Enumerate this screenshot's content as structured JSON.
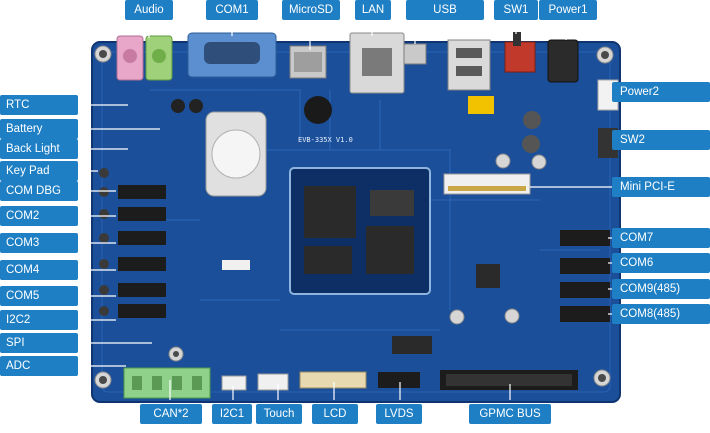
{
  "board": {
    "silkscreen": "EVB-335X V1.0"
  },
  "labels": {
    "audio": "Audio",
    "com1": "COM1",
    "microsd": "MicroSD",
    "lan": "LAN",
    "usb": "USB",
    "sw1": "SW1",
    "power1": "Power1",
    "rtc": "RTC",
    "battery": "Battery",
    "back_light": "Back Light",
    "key_pad": "Key Pad",
    "com_dbg": "COM DBG",
    "com2": "COM2",
    "com3": "COM3",
    "com4": "COM4",
    "com5": "COM5",
    "i2c2": "I2C2",
    "spi": "SPI",
    "adc": "ADC",
    "can2": "CAN*2",
    "i2c1": "I2C1",
    "touch": "Touch",
    "lcd": "LCD",
    "lvds": "LVDS",
    "gpmc_bus": "GPMC BUS",
    "power2": "Power2",
    "sw2": "SW2",
    "mini_pcie": "Mini PCI-E",
    "com7": "COM7",
    "com6": "COM6",
    "com9": "COM9(485)",
    "com8": "COM8(485)"
  },
  "colors": {
    "label_bg": "#1e7fc4",
    "pcb": "#1b4f9a",
    "pcb_dark": "#123a78",
    "leader": "#ffffff"
  }
}
